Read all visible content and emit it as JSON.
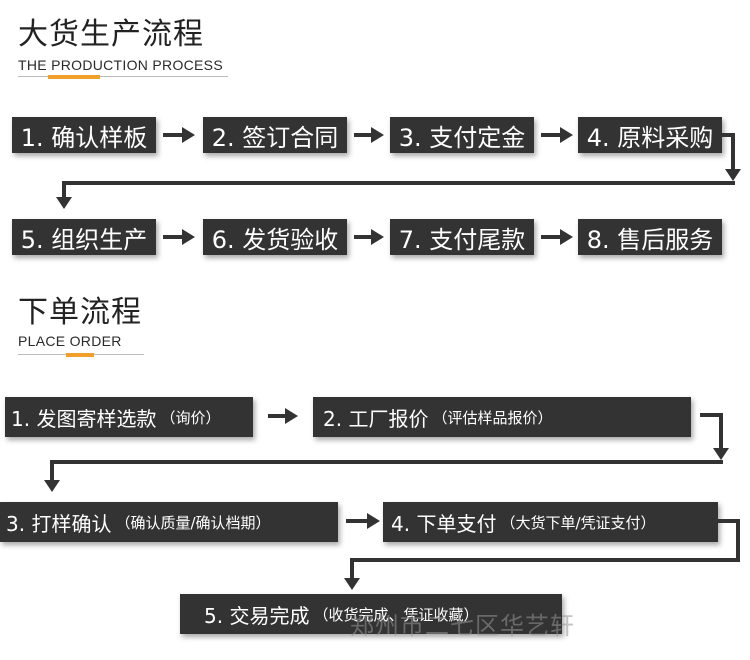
{
  "production": {
    "title_cn": "大货生产流程",
    "title_en": "THE PRODUCTION PROCESS",
    "steps": [
      "1. 确认样板",
      "2. 签订合同",
      "3. 支付定金",
      "4. 原料采购",
      "5. 组织生产",
      "6. 发货验收",
      "7. 支付尾款",
      "8. 售后服务"
    ]
  },
  "order": {
    "title_cn": "下单流程",
    "title_en": "PLACE ORDER",
    "steps": [
      {
        "label": "1. 发图寄样选款",
        "note": "（询价）"
      },
      {
        "label": "2. 工厂报价",
        "note": "（评估样品报价）"
      },
      {
        "label": "3. 打样确认",
        "note": "（确认质量/确认档期）"
      },
      {
        "label": "4. 下单支付",
        "note": "（大货下单/凭证支付）"
      },
      {
        "label": "5. 交易完成",
        "note": "（收货完成、凭证收藏）"
      }
    ]
  },
  "watermark": "郑州市二七区华艺轩",
  "colors": {
    "box": "#333333",
    "accent": "#f0a02a",
    "text_on_box": "#ffffff"
  }
}
